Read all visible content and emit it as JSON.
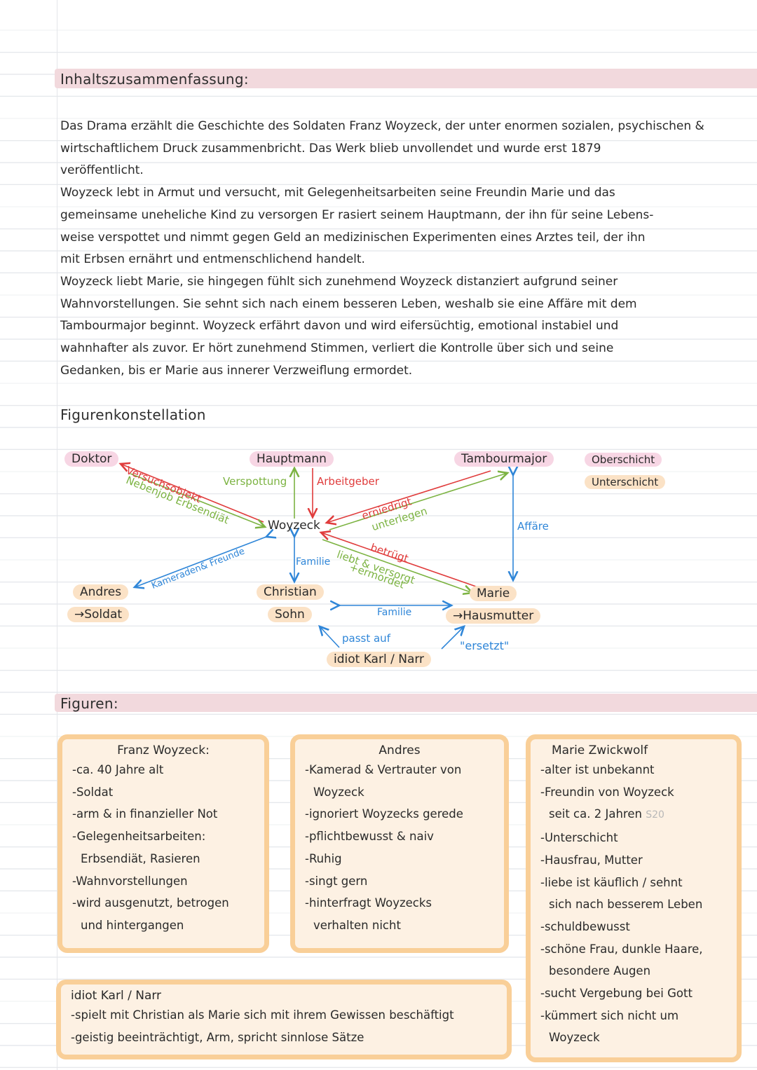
{
  "summary": {
    "heading": "Inhaltszusammenfassung:",
    "paragraphs": [
      [
        "Das Drama erzählt die Geschichte des Soldaten Franz Woyzeck, der unter enormen sozialen, psychischen &",
        "wirtschaftlichem Druck zusammenbricht. Das Werk blieb unvollendet und wurde erst 1879",
        "veröffentlicht."
      ],
      [
        "Woyzeck lebt in Armut und versucht, mit Gelegenheitsarbeiten seine Freundin Marie und das",
        "gemeinsame uneheliche Kind zu versorgen Er rasiert seinem Hauptmann, der ihn für seine Lebens-",
        "weise verspottet und nimmt gegen Geld an medizinischen Experimenten eines Arztes teil, der ihn",
        "mit Erbsen ernährt und entmenschlichend handelt."
      ],
      [
        "Woyzeck liebt Marie, sie hingegen fühlt sich zunehmend Woyzeck distanziert aufgrund seiner",
        "Wahnvorstellungen. Sie sehnt sich nach einem besseren Leben, weshalb sie eine Affäre mit dem",
        "Tambourmajor beginnt. Woyzeck erfährt davon und wird eifersüchtig, emotional instabiel und",
        "wahnhafter als zuvor. Er hört zunehmend Stimmen, verliert die Kontrolle über sich und seine",
        "Gedanken, bis er Marie aus innerer Verzweiflung ermordet."
      ]
    ]
  },
  "constellation": {
    "heading": "Figurenkonstellation",
    "nodes": {
      "doktor": "Doktor",
      "hauptmann": "Hauptmann",
      "tambourmajor": "Tambourmajor",
      "woyzeck": "Woyzeck",
      "andres": "Andres",
      "andres_role": "→Soldat",
      "christian": "Christian",
      "christian_role": "Sohn",
      "marie": "Marie",
      "marie_role": "→Hausmutter",
      "karl": "idiot Karl / Narr"
    },
    "legend": {
      "upper": "Oberschicht",
      "lower": "Unterschicht"
    },
    "relations": {
      "versuchsobjekt": "Versuchsobjekt",
      "nebenjob": "Nebenjob Erbsendiät",
      "verspottung": "Verspottung",
      "arbeitgeber": "Arbeitgeber",
      "erniedrigt": "erniedrigt",
      "unterlegen": "unterlegen",
      "affaere": "Affäre",
      "kameraden": "Kameraden& Freunde",
      "familie_ws": "Familie",
      "betruegt": "betrügt",
      "liebt": "liebt & versorgt",
      "ermordet": "+ermordet",
      "familie_cm": "Familie",
      "passt_auf": "passt auf",
      "ersetzt": "\"ersetzt\""
    }
  },
  "figures": {
    "heading": "Figuren:",
    "woyzeck": {
      "title": "Franz Woyzeck:",
      "items": [
        [
          "-ca. 40 Jahre alt"
        ],
        [
          "-Soldat"
        ],
        [
          "-arm & in finanzieller Not"
        ],
        [
          "-Gelegenheitsarbeiten:",
          "Erbsendiät, Rasieren"
        ],
        [
          "-Wahnvorstellungen"
        ],
        [
          "-wird ausgenutzt, betrogen",
          "und hintergangen"
        ]
      ]
    },
    "andres": {
      "title": "Andres",
      "items": [
        [
          "-Kamerad & Vertrauter von",
          "Woyzeck"
        ],
        [
          "-ignoriert Woyzecks gerede"
        ],
        [
          "-pflichtbewusst & naiv"
        ],
        [
          "-Ruhig"
        ],
        [
          "-singt gern"
        ],
        [
          "-hinterfragt Woyzecks",
          "verhalten nicht"
        ]
      ]
    },
    "marie": {
      "title": "Marie Zwickwolf",
      "items": [
        [
          "-alter ist unbekannt"
        ],
        [
          "-Freundin von Woyzeck",
          "seit ca. 2 Jahren"
        ],
        [
          "-Unterschicht"
        ],
        [
          "-Hausfrau, Mutter"
        ],
        [
          "-liebe ist käuflich / sehnt",
          "sich nach besserem Leben"
        ],
        [
          "-schuldbewusst"
        ],
        [
          "-schöne Frau, dunkle Haare,",
          "besondere Augen"
        ],
        [
          "-sucht Vergebung bei Gott"
        ],
        [
          "-kümmert sich nicht um",
          "Woyzeck"
        ]
      ],
      "page_ref": "S20"
    },
    "karl": {
      "title": "idiot Karl / Narr",
      "items": [
        [
          "-spielt mit Christian als Marie sich mit ihrem Gewissen beschäftigt"
        ],
        [
          "-geistig beeinträchtigt, Arm, spricht sinnlose Sätze"
        ]
      ]
    }
  },
  "colors": {
    "heading_band": "#f2d9dd",
    "upper_class": "#f7d6e4",
    "lower_class": "#fbe2c6",
    "card_border": "#f9cf98",
    "arrow_red": "#e03c3c",
    "arrow_green": "#7cb342",
    "arrow_blue": "#2f86d8"
  }
}
